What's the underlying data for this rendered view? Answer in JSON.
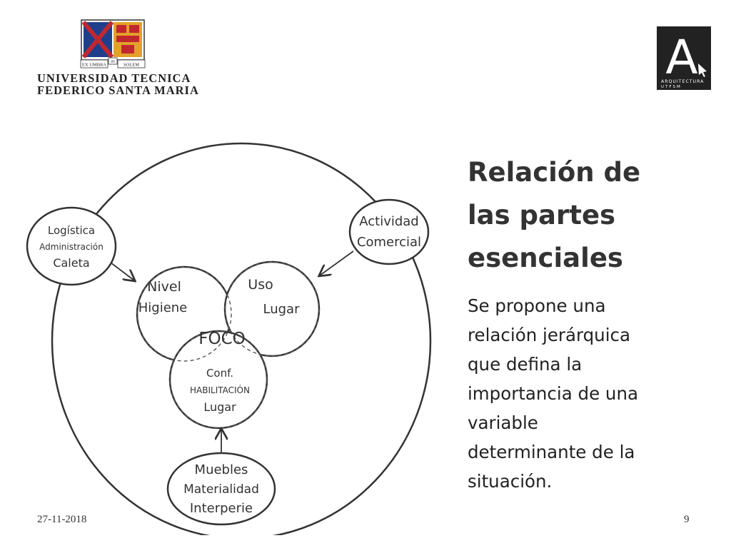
{
  "header": {
    "crest_motto_left": "EX UMBRA",
    "crest_motto_center": "IN",
    "crest_motto_right": "SOLEM",
    "university_line1": "UNIVERSIDAD TECNICA",
    "university_line2": "FEDERICO SANTA MARIA",
    "faculty_logo_letter": "A",
    "faculty_logo_line1": "ARQUITECTURA",
    "faculty_logo_line2": "UTFSM"
  },
  "diagram": {
    "top_left": [
      "Logística",
      "Administración",
      "Caleta"
    ],
    "top_right": [
      "Actividad",
      "Comercial"
    ],
    "left_circle": [
      "Nivel",
      "Higiene"
    ],
    "right_circle": [
      "Uso",
      "Lugar"
    ],
    "center": "FOCO",
    "bottom_circle": [
      "Conf.",
      "HABILITACIÓN",
      "Lugar"
    ],
    "bottom": [
      "Muebles",
      "Materialidad",
      "Interperie"
    ]
  },
  "slide": {
    "title_lines": [
      "Relación de",
      "las partes",
      "esenciales"
    ],
    "body_lines": [
      "Se propone una",
      "relación jerárquica",
      "que defina la",
      "importancia de una",
      "variable",
      "determinante de la",
      "situación."
    ]
  },
  "footer": {
    "date": "27-11-2018",
    "page": "9"
  },
  "colors": {
    "crest_blue": "#1f3f8c",
    "crest_red": "#c0282e",
    "crest_gold": "#e3a12a",
    "ink": "#333333",
    "logo_bg": "#222222"
  }
}
